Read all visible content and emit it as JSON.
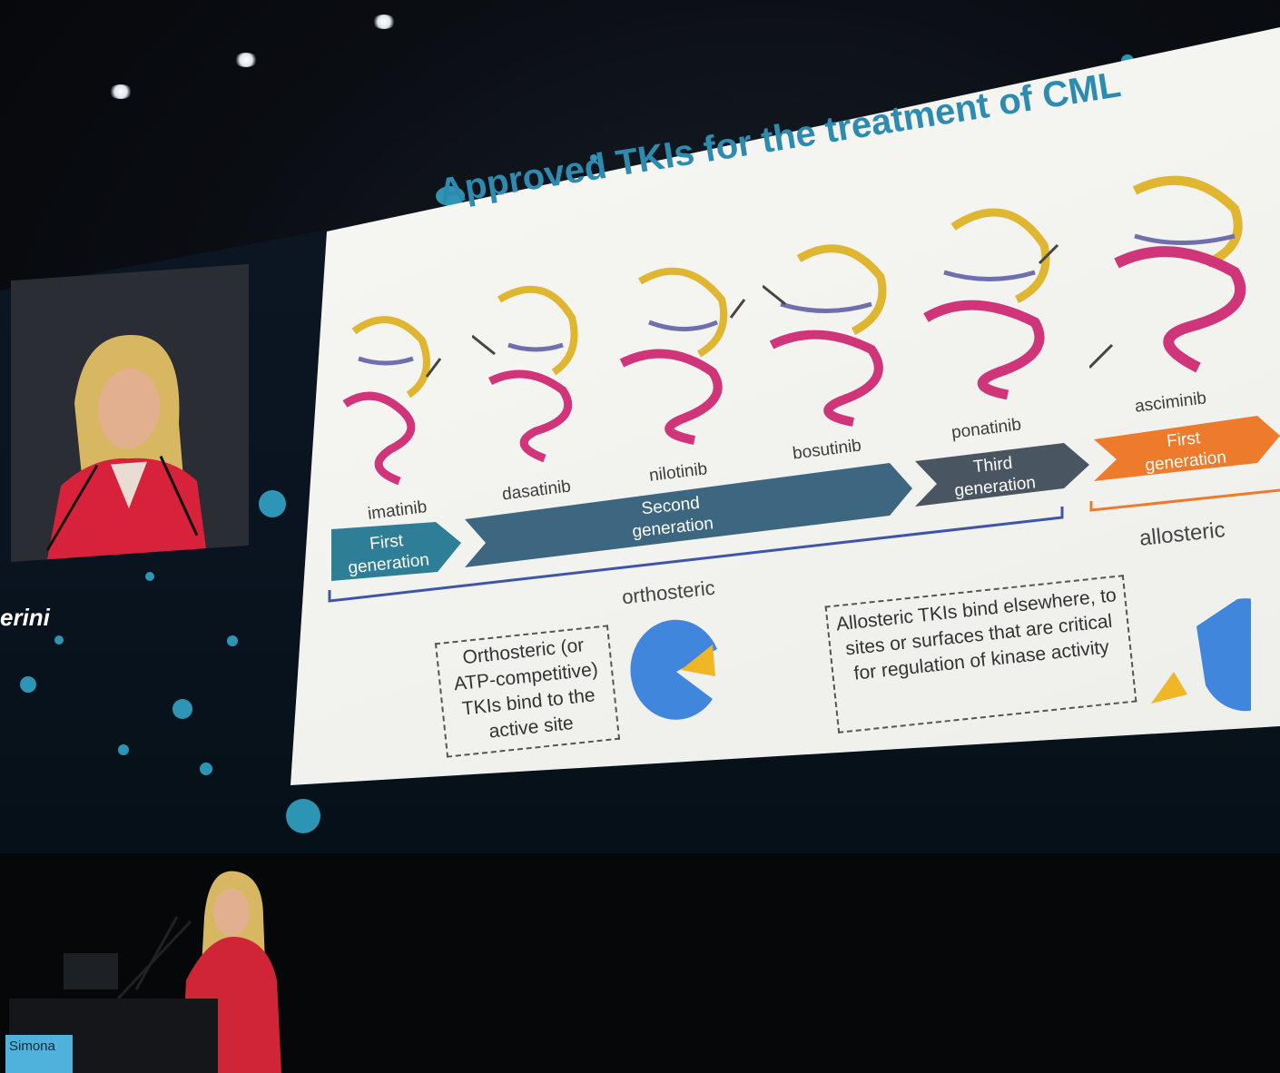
{
  "slide": {
    "title": "Approved TKIs for the treatment of CML",
    "drugs": [
      "imatinib",
      "dasatinib",
      "nilotinib",
      "bosutinib",
      "ponatinib",
      "asciminib"
    ],
    "generations": {
      "first": "First generation",
      "second": "Second generation",
      "third": "Third generation",
      "first_allosteric": "First generation"
    },
    "categories": {
      "orthosteric": "orthosteric",
      "allosteric": "allosteric"
    },
    "boxes": {
      "orthosteric_text": "Orthosteric (or ATP-competitive) TKIs bind to the active site",
      "allosteric_text": "Allosteric TKIs bind elsewhere, to sites or surfaces that are critical for regulation of kinase activity"
    }
  },
  "stage": {
    "side_name": "erini",
    "nameplate": "Simona"
  },
  "colors": {
    "title_blue": "#2d8bb0",
    "first_gen_teal": "#2f7e98",
    "second_gen_slate": "#3d6680",
    "third_gen_gray": "#4a5562",
    "allosteric_orange": "#ee7a2c",
    "pacman_blue": "#3f86dc",
    "pacman_yellow": "#efb626"
  },
  "icons": [
    "protein-structure-icon",
    "pacman-kinase-icon",
    "arrow-icon"
  ]
}
